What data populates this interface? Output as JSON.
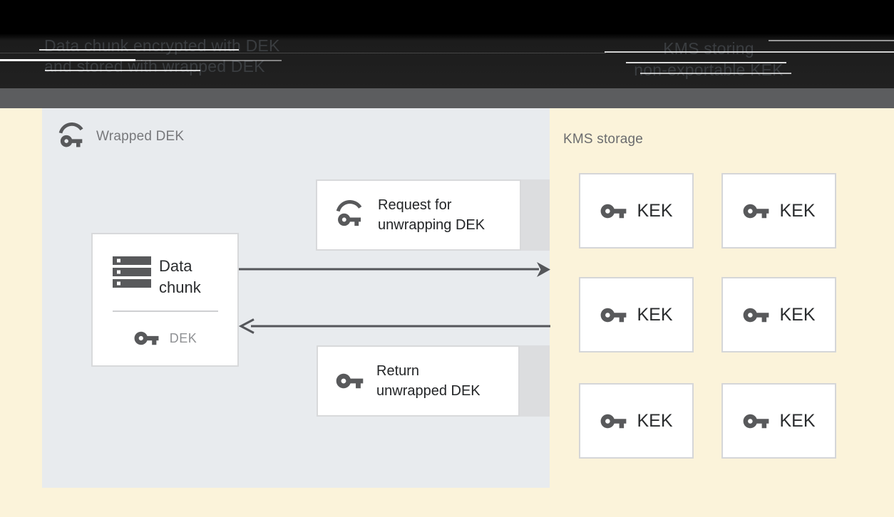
{
  "header": {
    "left_caption": {
      "line1": "Data chunk encrypted with DEK",
      "line2": "and stored with wrapped DEK"
    },
    "right_caption": {
      "line1": "KMS storing",
      "line2": "non-exportable KEK"
    }
  },
  "wrapped_dek_panel": {
    "label": "Wrapped DEK",
    "data_chunk_card": {
      "title_line1": "Data",
      "title_line2": "chunk",
      "key_label": "DEK"
    },
    "request_card": {
      "line1": "Request for",
      "line2": "unwrapping DEK"
    },
    "return_card": {
      "line1": "Return",
      "line2": "unwrapped DEK"
    }
  },
  "kms_panel": {
    "label": "KMS storage",
    "kek_cards": [
      {
        "label": "KEK"
      },
      {
        "label": "KEK"
      },
      {
        "label": "KEK"
      },
      {
        "label": "KEK"
      },
      {
        "label": "KEK"
      },
      {
        "label": "KEK"
      }
    ]
  },
  "icons": {
    "panel_key": "key-swoosh-icon",
    "request_key": "key-swoosh-icon",
    "return_key": "key-icon",
    "dek_key": "key-icon",
    "kek_key": "key-icon",
    "data_chunk": "server-stack-icon"
  },
  "colors": {
    "header_bg": "#161616",
    "header_text": "#3A3D40",
    "divider_band": "#5C5D5F",
    "canvas_yellow": "#FBF3DA",
    "panel_gray": "#E8EBEE",
    "card_white": "#FFFFFF",
    "card_border": "#D6D7D9",
    "icon_gray": "#58595B",
    "arrow_gray": "#54565A",
    "muted_label": "#77787B",
    "dark_text": "#292B2D"
  }
}
